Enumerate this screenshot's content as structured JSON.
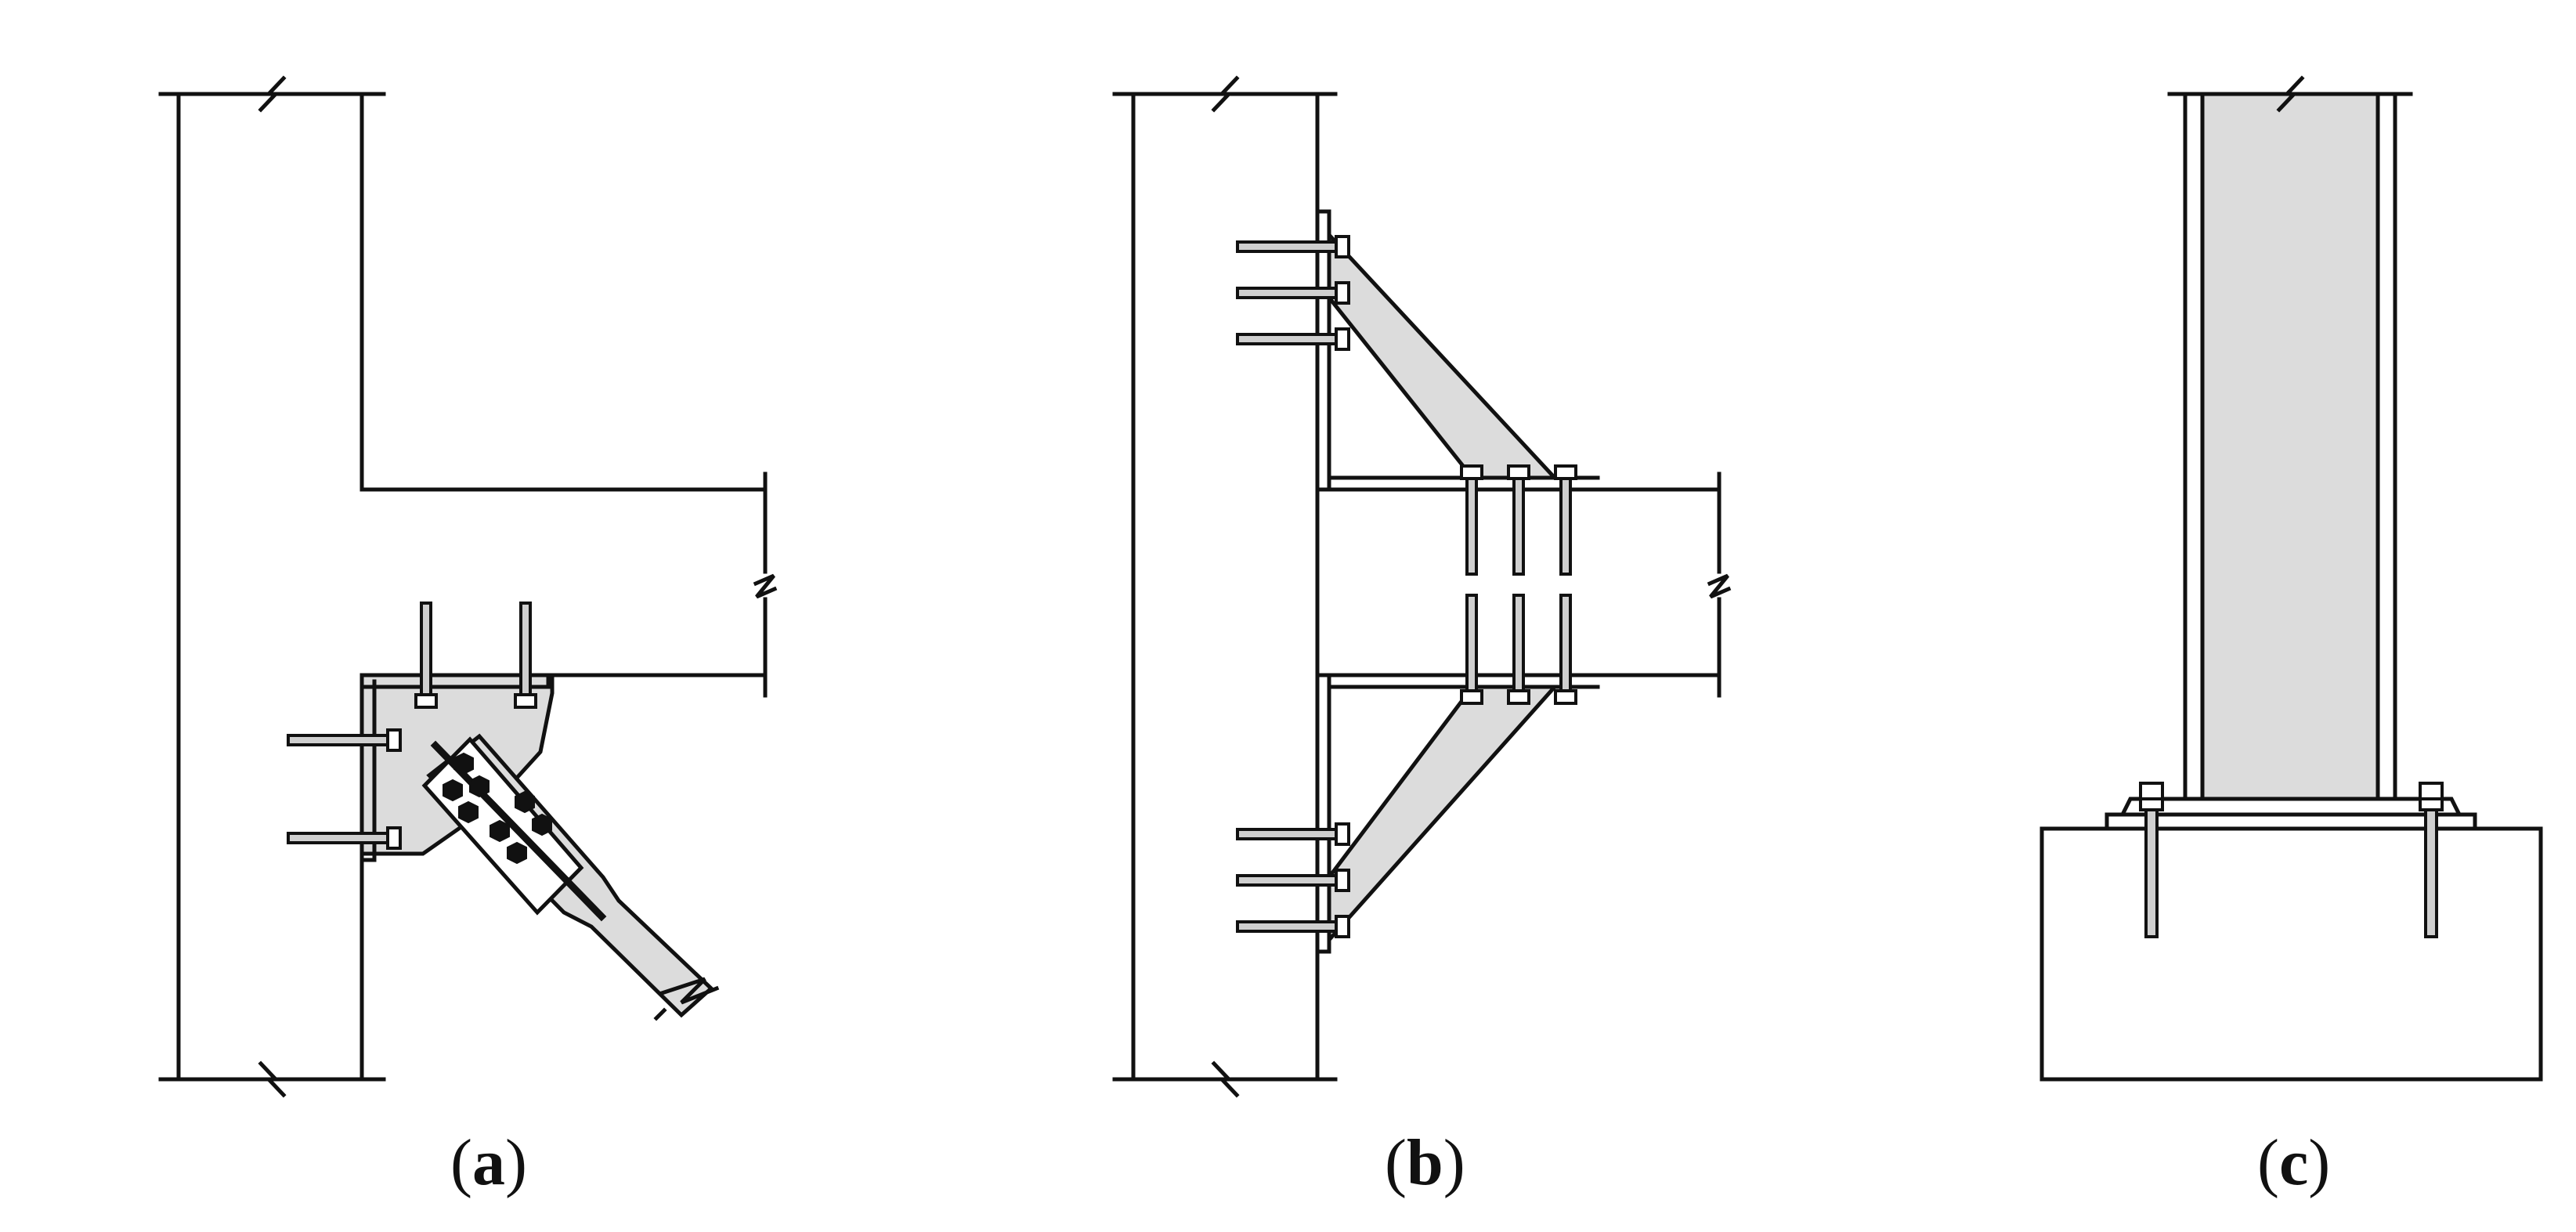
{
  "panels": [
    {
      "id": "a",
      "caption_open": "(",
      "caption_letter": "a",
      "caption_close": ")"
    },
    {
      "id": "b",
      "caption_open": "(",
      "caption_letter": "b",
      "caption_close": ")"
    },
    {
      "id": "c",
      "caption_open": "(",
      "caption_letter": "c",
      "caption_close": ")"
    }
  ],
  "colors": {
    "line": "#111111",
    "steel_fill": "#dcdcdc",
    "background": "#ffffff"
  }
}
